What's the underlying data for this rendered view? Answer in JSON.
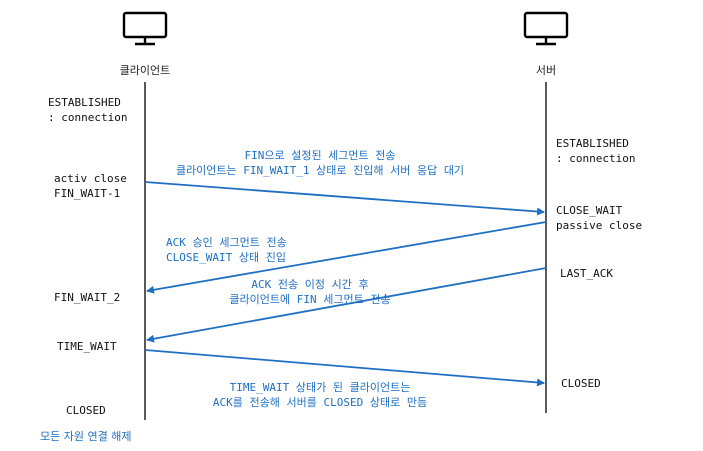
{
  "hosts": {
    "client": "클라이언트",
    "server": "서버",
    "icon": "monitor-icon"
  },
  "client": {
    "established": [
      "ESTABLISHED",
      ": connection"
    ],
    "fin_wait_1": [
      "activ close",
      "FIN_WAIT-1"
    ],
    "fin_wait_2": "FIN_WAIT_2",
    "time_wait": "TIME_WAIT",
    "closed": "CLOSED",
    "release_note": "모든 자원 연결 해제"
  },
  "server": {
    "established": [
      "ESTABLISHED",
      ": connection"
    ],
    "close_wait": [
      "CLOSE_WAIT",
      "passive close"
    ],
    "last_ack": "LAST_ACK",
    "closed": "CLOSED"
  },
  "messages": {
    "fin": [
      "FIN으로 설정된 세그먼트 전송",
      "클라이언트는 FIN_WAIT_1 상태로 진입해 서버 응답 대기"
    ],
    "ack": [
      "ACK 승인 세그먼트 전송",
      "CLOSE_WAIT 상태 진입"
    ],
    "server_fin": [
      "ACK 전송 이정 시간 후",
      "클라이언트에 FIN 세그먼트 전송"
    ],
    "final_ack": [
      "TIME_WAIT 상태가 된 클라이언트는",
      "ACK를 전송해 서버를 CLOSED 상태로 만듬"
    ]
  },
  "colors": {
    "arrow": "#1f6fc2",
    "annotation_text": "#1f6fc2",
    "state_text": "#111111",
    "lifeline": "#000000"
  }
}
